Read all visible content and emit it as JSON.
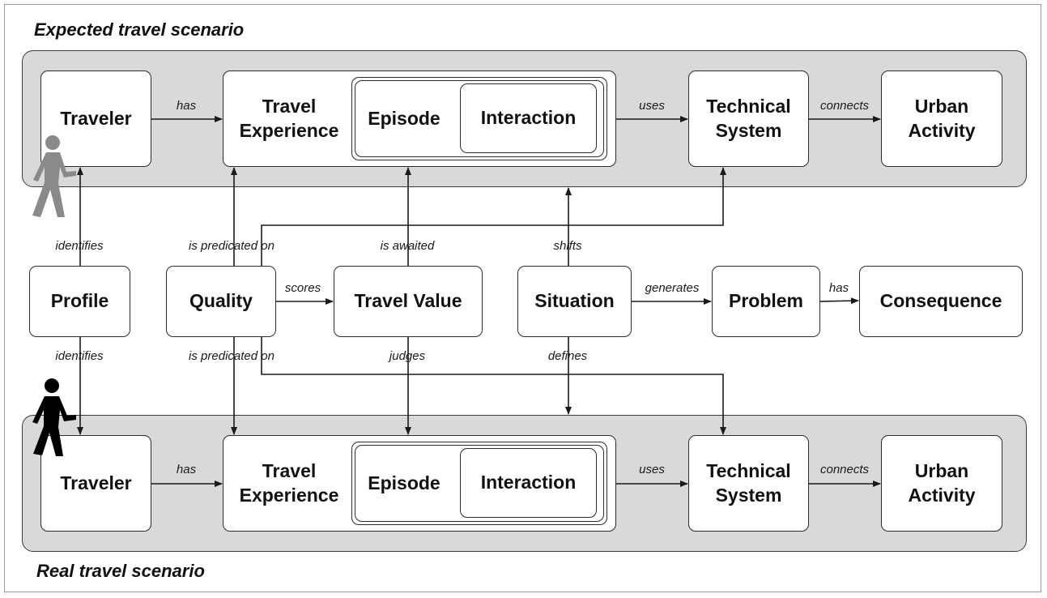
{
  "scenarios": {
    "expected": "Expected travel scenario",
    "real": "Real travel scenario"
  },
  "expected_row": {
    "traveler": "Traveler",
    "travel_experience": "Travel\nExperience",
    "episode": "Episode",
    "interaction": "Interaction",
    "technical_system": "Technical\nSystem",
    "urban_activity": "Urban\nActivity",
    "has": "has",
    "uses": "uses",
    "connects": "connects"
  },
  "real_row": {
    "traveler": "Traveler",
    "travel_experience": "Travel\nExperience",
    "episode": "Episode",
    "interaction": "Interaction",
    "technical_system": "Technical\nSystem",
    "urban_activity": "Urban\nActivity",
    "has": "has",
    "uses": "uses",
    "connects": "connects"
  },
  "middle_row": {
    "profile": "Profile",
    "quality": "Quality",
    "travel_value": "Travel Value",
    "situation": "Situation",
    "problem": "Problem",
    "consequence": "Consequence",
    "scores": "scores",
    "generates": "generates",
    "has": "has"
  },
  "vertical_labels": {
    "identifies_top": "identifies",
    "is_predicated_on_top": "is predicated on",
    "is_awaited": "is awaited",
    "shifts": "shifts",
    "identifies_bottom": "identifies",
    "is_predicated_on_bottom": "is predicated on",
    "judges": "judges",
    "defines": "defines"
  },
  "colors": {
    "panel": "#d9d9d9",
    "line": "#1a1a1a",
    "expected_person": "#8a8a8a",
    "real_person": "#000000"
  },
  "icons": {
    "expected_person": "walking-person-icon",
    "real_person": "walking-person-icon"
  }
}
